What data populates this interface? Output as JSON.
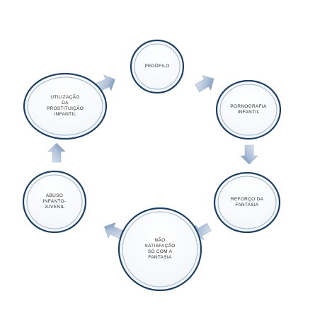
{
  "colors": {
    "ring_outer": "#1f3f61",
    "ring_inner": "#4f7cb3",
    "fill": "#ffffff",
    "arrow_light": "#c9d6e6",
    "arrow_dark": "#6c8bb1",
    "text": "#2b2b2b"
  },
  "cycle": {
    "nodes": [
      {
        "id": "pedofilo",
        "lines": [
          "PEDÓFILO"
        ]
      },
      {
        "id": "pornografia",
        "lines": [
          "PORNOGRAFIA",
          "INFANTIL"
        ]
      },
      {
        "id": "reforco",
        "lines": [
          "REFORÇO DA",
          "FANTASIA"
        ]
      },
      {
        "id": "nao-satisfacao",
        "lines": [
          "NÃO",
          "SATISFAÇÃO",
          "SÓ COM A",
          "FANTASIA"
        ]
      },
      {
        "id": "abuso",
        "lines": [
          "ABUSO",
          "INFANTO-",
          "JUVENIL"
        ]
      },
      {
        "id": "utilizacao",
        "lines": [
          "UTILIZAÇÃO",
          "DA",
          "PROSTITUIÇÃO",
          "INFANTIL"
        ]
      }
    ],
    "arrows": [
      {
        "from": "pedofilo",
        "to": "pornografia",
        "icon": "arrow-icon"
      },
      {
        "from": "pornografia",
        "to": "reforco",
        "icon": "arrow-icon"
      },
      {
        "from": "reforco",
        "to": "nao-satisfacao",
        "icon": "arrow-icon"
      },
      {
        "from": "nao-satisfacao",
        "to": "abuso",
        "icon": "arrow-icon"
      },
      {
        "from": "abuso",
        "to": "utilizacao",
        "icon": "arrow-icon"
      },
      {
        "from": "utilizacao",
        "to": "pedofilo",
        "icon": "arrow-icon"
      }
    ]
  }
}
